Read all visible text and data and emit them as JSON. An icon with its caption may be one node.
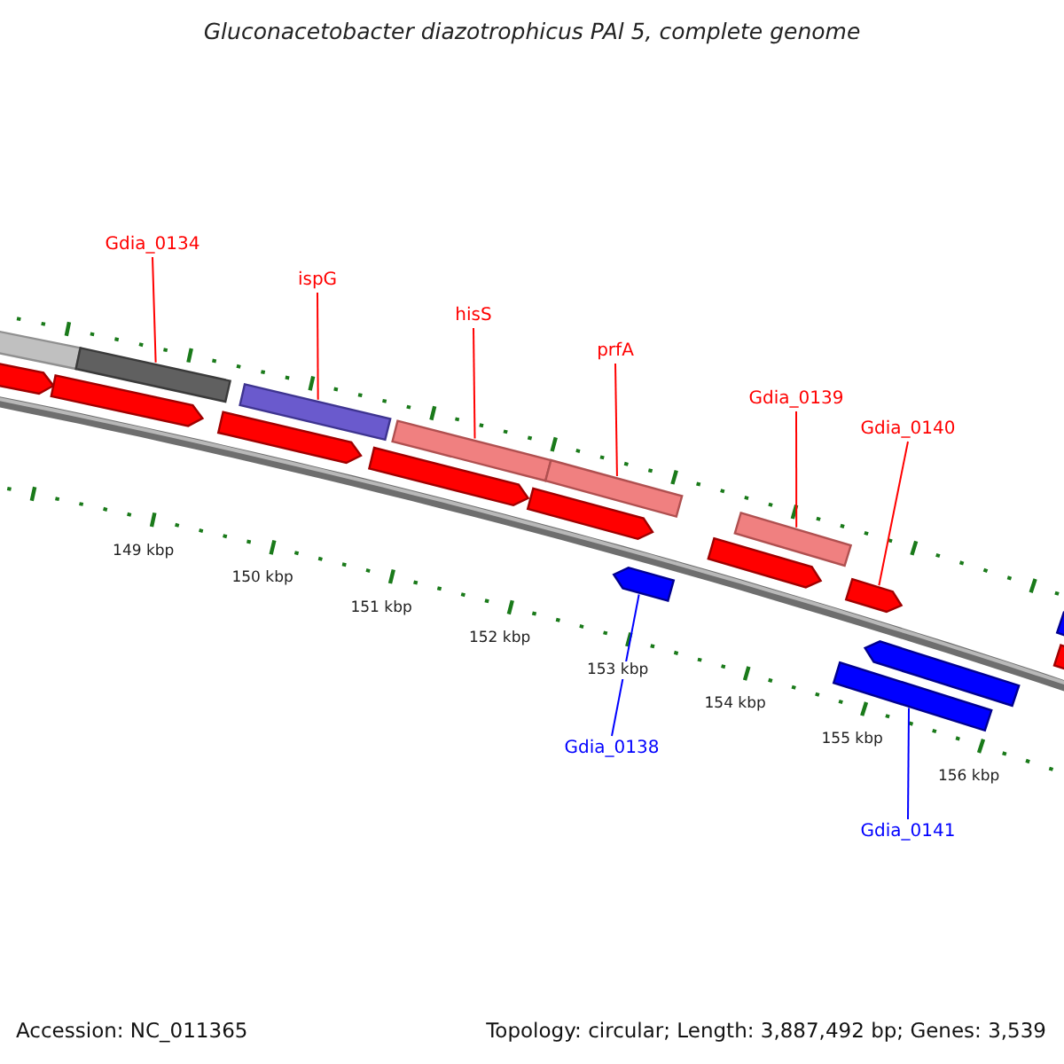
{
  "diagram": {
    "title": "Gluconacetobacter diazotrophicus PAl 5, complete genome",
    "nodes": [
      {
        "text": [
          "Gdia_0134"
        ]
      },
      {
        "text": [
          "ispG"
        ]
      },
      {
        "text": [
          "hisS"
        ]
      },
      {
        "text": [
          "prfA"
        ]
      },
      {
        "text": [
          "Gdia_0139"
        ]
      },
      {
        "text": [
          "Gdia_0140"
        ]
      },
      {
        "text": [
          "Gdia_0138"
        ]
      },
      {
        "text": [
          "Gdia_0141"
        ]
      },
      {
        "text": [],
        "shape": "bar"
      },
      {
        "text": [],
        "shape": "arrow"
      },
      {
        "text": [],
        "shape": "arrow"
      },
      {
        "text": [],
        "shape": "bar"
      },
      {
        "text": [],
        "shape": "bar"
      },
      {
        "text": [],
        "shape": "arrow"
      },
      {
        "text": [],
        "shape": "bar"
      },
      {
        "text": [],
        "shape": "arrow"
      },
      {
        "text": [],
        "shape": "bar"
      },
      {
        "text": [],
        "shape": "arrow"
      },
      {
        "text": [],
        "shape": "arrow"
      },
      {
        "text": [],
        "shape": "bar"
      },
      {
        "text": [],
        "shape": "arrow"
      },
      {
        "text": [],
        "shape": "arrow"
      },
      {
        "text": [],
        "shape": "bar"
      },
      {
        "text": [],
        "shape": "arrow"
      },
      {
        "text": [],
        "shape": "arrow"
      },
      {
        "text": [],
        "shape": "bar"
      }
    ],
    "edges": [
      {
        "from": 0,
        "to": 11,
        "arrow": "none"
      },
      {
        "from": 1,
        "to": 12,
        "arrow": "none"
      },
      {
        "from": 2,
        "to": 14,
        "arrow": "none"
      },
      {
        "from": 3,
        "to": 16,
        "arrow": "none"
      },
      {
        "from": 4,
        "to": 19,
        "arrow": "none"
      },
      {
        "from": 5,
        "to": 21,
        "arrow": "none"
      },
      {
        "from": 6,
        "to": 18,
        "arrow": "none",
        "color": "#0000ff"
      },
      {
        "from": 7,
        "to": 22,
        "arrow": "none",
        "color": "#0000ff"
      }
    ],
    "labels": [
      "149 kbp",
      "150 kbp",
      "151 kbp",
      "152 kbp",
      "153 kbp",
      "154 kbp",
      "155 kbp",
      "156 kbp",
      "Accession: NC_011365",
      "Topology: circular; Length: 3,887,492 bp; Genes: 3,539"
    ]
  }
}
